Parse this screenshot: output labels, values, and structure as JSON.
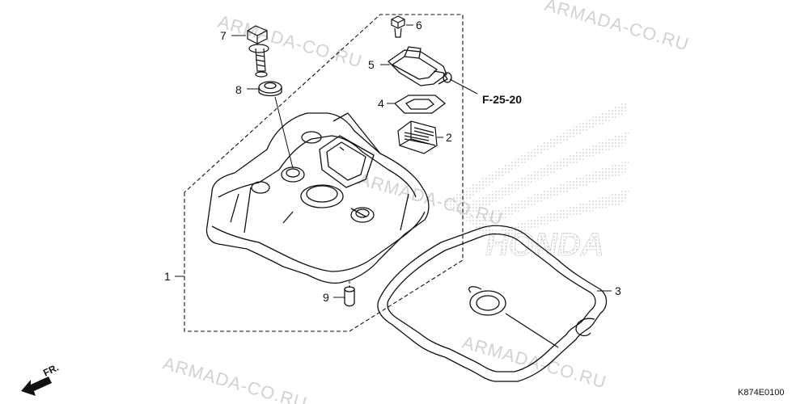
{
  "watermark": {
    "text": "ARMADA-CO.RU",
    "color": "#d2d2d2"
  },
  "brand": {
    "name": "HONDA",
    "color": "#cfcfcf"
  },
  "callouts": {
    "part_1": "1",
    "part_2": "2",
    "part_3": "3",
    "part_4": "4",
    "part_5": "5",
    "part_6": "6",
    "part_7": "7",
    "part_8": "8",
    "part_9": "9"
  },
  "reference": "F-25-20",
  "direction_label": "FR.",
  "diagram_code": "K874E0100"
}
